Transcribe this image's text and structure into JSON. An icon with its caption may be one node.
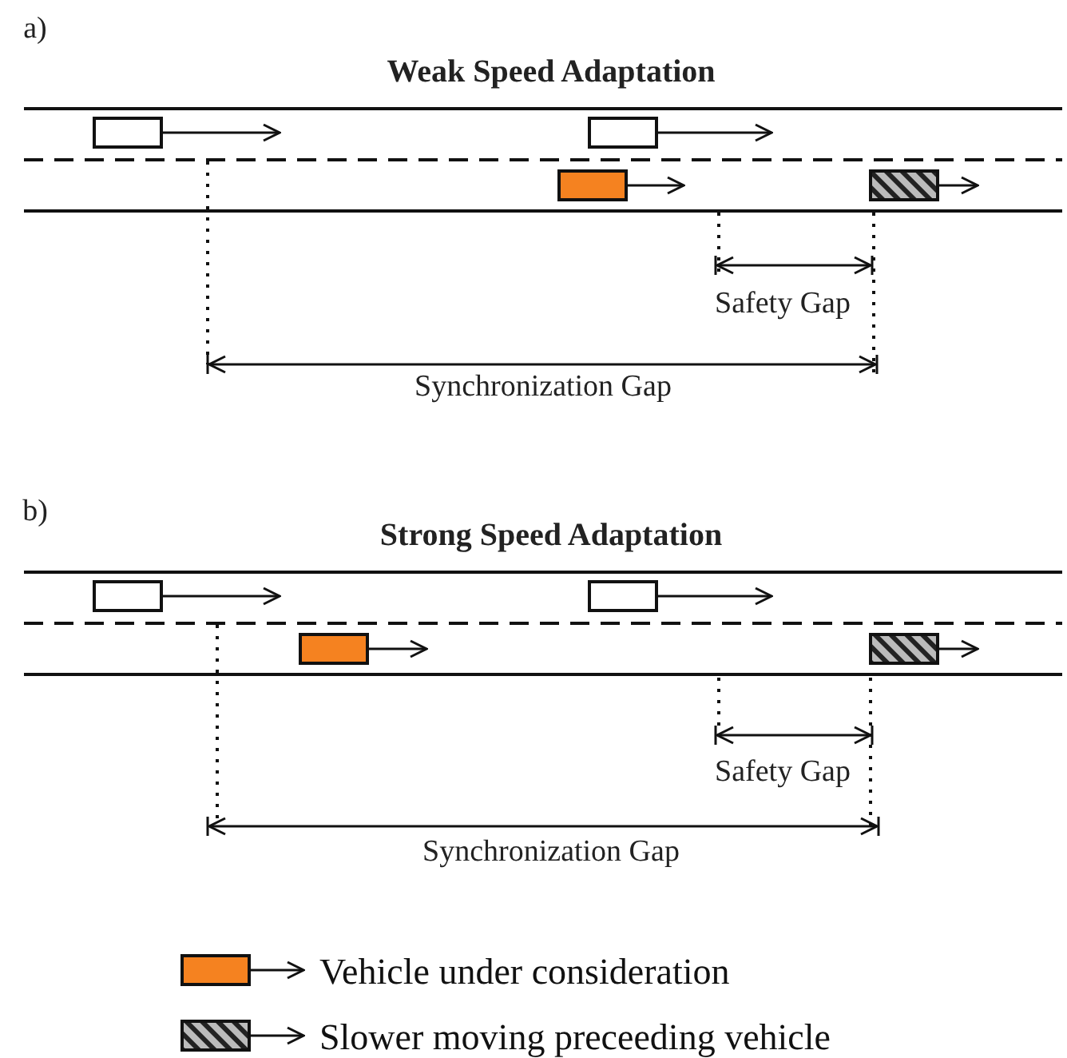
{
  "diagram": {
    "labels": [
      "a)",
      "Weak Speed Adaptation",
      "Safety Gap",
      "Synchronization Gap",
      "b)",
      "Strong Speed Adaptation",
      "Safety Gap",
      "Synchronization Gap"
    ],
    "legend": [
      {
        "text": "Vehicle under consideration"
      },
      {
        "text": "Slower moving preceeding vehicle"
      }
    ]
  }
}
